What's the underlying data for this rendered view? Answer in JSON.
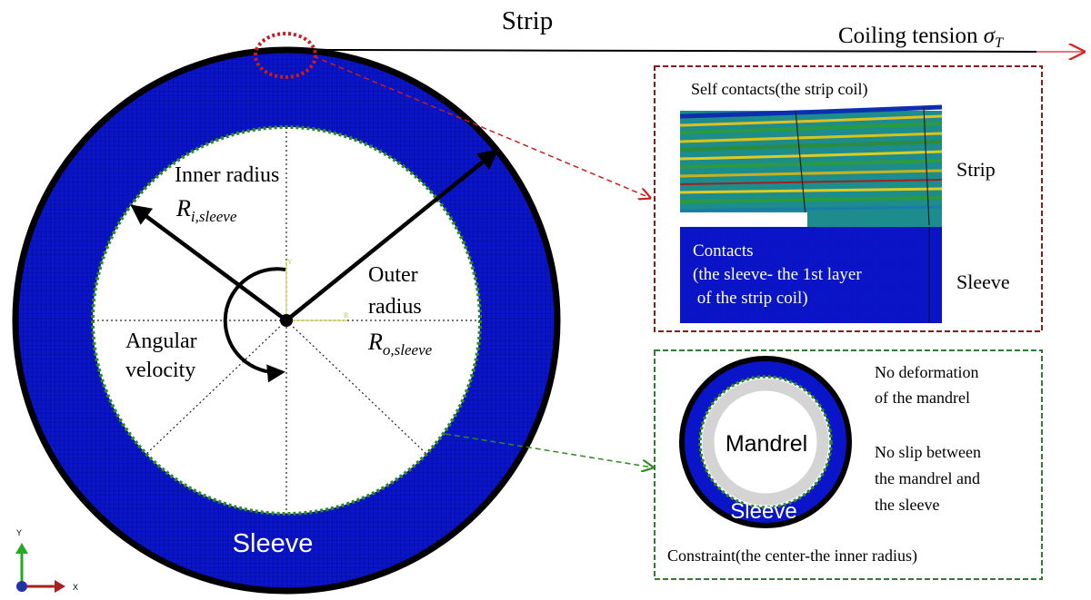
{
  "labels": {
    "strip_top": "Strip",
    "coiling_tension": "Coiling tension",
    "coiling_symbol": "σ",
    "coiling_sub": "T",
    "inner_radius": "Inner radius",
    "inner_symbol": "R",
    "inner_sub": "i,sleeve",
    "outer_radius_1": "Outer",
    "outer_radius_2": "radius",
    "outer_symbol": "R",
    "outer_sub": "o,sleeve",
    "angular_1": "Angular",
    "angular_2": "velocity",
    "sleeve_main": "Sleeve",
    "axis_y": "Y",
    "axis_x": "X",
    "axis_small_y": "Y",
    "axis_small_x": "R"
  },
  "contact_panel": {
    "title": "Self contacts(the strip coil)",
    "strip": "Strip",
    "sleeve": "Sleeve",
    "contacts_1": "Contacts",
    "contacts_2": "(the sleeve- the 1st layer",
    "contacts_3": " of the strip coil)"
  },
  "constraint_panel": {
    "mandrel": "Mandrel",
    "sleeve": "Sleeve",
    "note1_l1": "No deformation",
    "note1_l2": "of the mandrel",
    "note2_l1": "No slip between",
    "note2_l2": "the mandrel and",
    "note2_l3": "the sleeve",
    "footer": "Constraint(the center-the inner radius)"
  },
  "colors": {
    "sleeve_blue": "#0a14c8",
    "red_dotted": "#c81e1e",
    "green_dotted": "#2e8b22",
    "panel_red": "#8b1a1a",
    "panel_green": "#2e7d32",
    "arrow_red": "#e02020",
    "mandrel_gray": "#d4d4d4",
    "axis_green": "#22aa22",
    "axis_red": "#aa1f1f",
    "axis_blue": "#2233aa"
  }
}
